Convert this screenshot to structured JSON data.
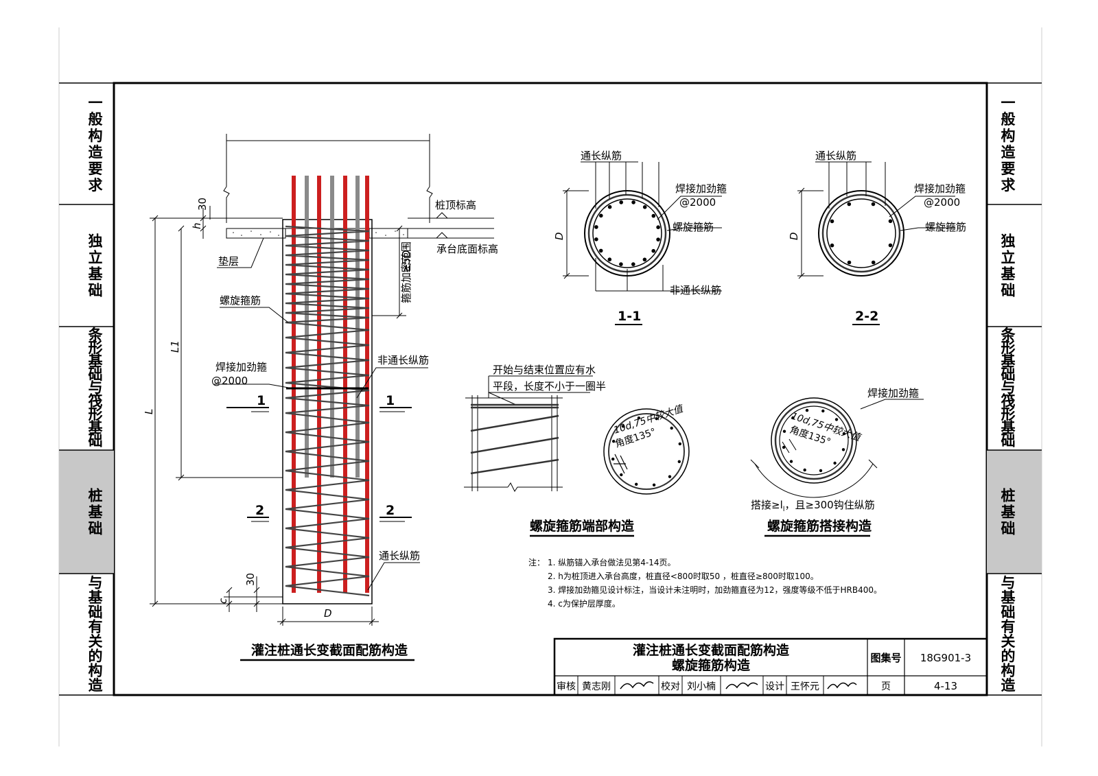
{
  "side_tabs_left": [
    {
      "label": "一般构造要求",
      "active": false
    },
    {
      "label": "独立基础",
      "active": false
    },
    {
      "label": "条形基础与筏形基础",
      "active": false
    },
    {
      "label": "桩基础",
      "active": true
    },
    {
      "label": "与基础有关的构造",
      "active": false
    }
  ],
  "side_tabs_right": [
    {
      "label": "一般构造要求",
      "active": false
    },
    {
      "label": "独立基础",
      "active": false
    },
    {
      "label": "条形基础与筏形基础",
      "active": false
    },
    {
      "label": "桩基础",
      "active": true
    },
    {
      "label": "与基础有关的构造",
      "active": false
    }
  ],
  "elevation": {
    "pile_top_elevation": "桩顶标高",
    "cap_bottom_elevation": "承台底面标高",
    "cushion": "垫层",
    "spiral_stirrup": "螺旋箍筋",
    "weld_stiffener": "焊接加劲箍",
    "weld_spacing": "@2000",
    "partial_long_bar": "非通长纵筋",
    "full_long_bar": "通长纵筋",
    "dense_zone": "箍筋加密范围",
    "dense_len": "≥5D",
    "dim_30_top": "30",
    "dim_30_bottom": "30",
    "dim_h": "h",
    "dim_c": "c",
    "dim_L1": "L1",
    "dim_L": "L",
    "dim_D": "D",
    "section_1": "1",
    "section_2": "2",
    "title": "灌注桩通长变截面配筋构造"
  },
  "section_1_1": {
    "full_long_bar": "通长纵筋",
    "weld_stiffener": "焊接加劲箍",
    "weld_spacing": "@2000",
    "spiral_stirrup": "螺旋箍筋",
    "partial_long_bar": "非通长纵筋",
    "dim_D": "D",
    "label": "1-1"
  },
  "section_2_2": {
    "full_long_bar": "通长纵筋",
    "weld_stiffener": "焊接加劲箍",
    "weld_spacing": "@2000",
    "spiral_stirrup": "螺旋箍筋",
    "dim_D": "D",
    "label": "2-2"
  },
  "end_detail": {
    "note_line1": "开始与结束位置应有水",
    "note_line2": "平段，长度不小于一圈半",
    "hook_line1": "10d,75中较大值",
    "hook_line2": "角度135°",
    "title": "螺旋箍筋端部构造"
  },
  "lap_detail": {
    "weld_stiffener": "焊接加劲箍",
    "hook_line1": "10d,75中较大值",
    "hook_line2": "角度135°",
    "lap_note": "搭接≥l",
    "lap_note_sub": "l",
    "lap_note_rest": "，且≥300钩住纵筋",
    "title": "螺旋箍筋搭接构造"
  },
  "notes": {
    "heading": "注：",
    "items": [
      "1. 纵筋锚入承台做法见第4-14页。",
      "2. h为桩顶进入承台高度，桩直径<800时取50 ，桩直径≥800时取100。",
      "3. 焊接加劲箍见设计标注，当设计未注明时，加劲箍直径为12，强度等级不低于HRB400。",
      "4. c为保护层厚度。"
    ]
  },
  "title_block": {
    "title_line1": "灌注桩通长变截面配筋构造",
    "title_line2": "螺旋箍筋构造",
    "atlas_label": "图集号",
    "atlas_no": "18G901-3",
    "review_label": "审核",
    "reviewer": "黄志刚",
    "check_label": "校对",
    "checker": "刘小楠",
    "design_label": "设计",
    "designer": "王怀元",
    "page_label": "页",
    "page_no": "4-13"
  },
  "colors": {
    "rebar_red": "#cc1f1f",
    "rebar_gray": "#8a8a8a",
    "active_tab": "#c8c8c8",
    "line": "#000000"
  }
}
